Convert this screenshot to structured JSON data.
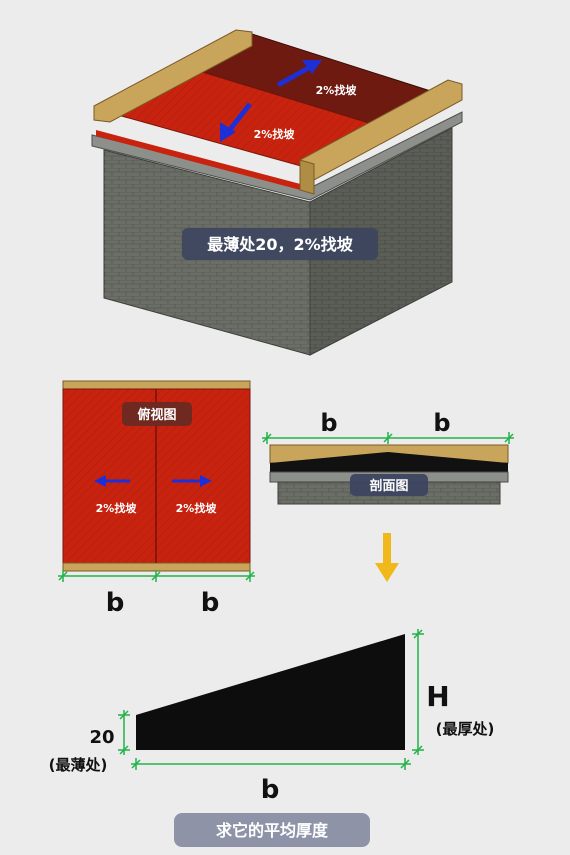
{
  "iso_view": {
    "arrow_label_back": "2%找坡",
    "arrow_label_front": "2%找坡",
    "caption": "最薄处20，2%找坡"
  },
  "top_view": {
    "title": "俯视图",
    "left_label": "2%找坡",
    "right_label": "2%找坡",
    "dim_left": "b",
    "dim_right": "b"
  },
  "section_view": {
    "title": "剖面图",
    "dim_left": "b",
    "dim_right": "b"
  },
  "wedge": {
    "thin_value": "20",
    "thin_note": "(最薄处)",
    "thick_symbol": "H",
    "thick_note": "(最厚处)",
    "base_dim": "b"
  },
  "question": "求它的平均厚度",
  "colors": {
    "membrane_red": "#c8230f",
    "membrane_dark": "#6e1a10",
    "wood": "#c9a55c",
    "brick": "#6b6e66",
    "dim_green": "#22b34a",
    "arrow_blue": "#1f2fd6",
    "down_arrow": "#f0b81a",
    "pill": "#3d4560"
  }
}
